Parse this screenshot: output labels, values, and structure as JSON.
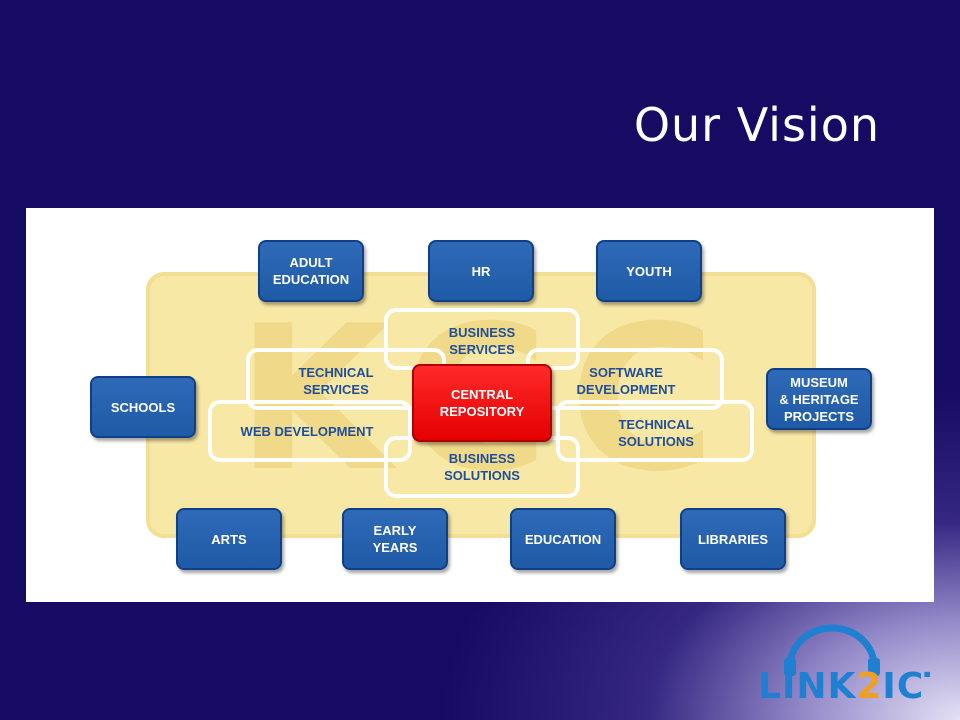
{
  "slide": {
    "title": "Our Vision"
  },
  "diagram": {
    "watermark": "KCC",
    "outer_nodes": {
      "adult_education": "ADULT\nEDUCATION",
      "hr": "HR",
      "youth": "YOUTH",
      "schools": "SCHOOLS",
      "museum": "MUSEUM\n& HERITAGE\nPROJECTS",
      "arts": "ARTS",
      "early_years": "EARLY\nYEARS",
      "education": "EDUCATION",
      "libraries": "LIBRARIES"
    },
    "services": {
      "business_services": "BUSINESS\nSERVICES",
      "technical_services": "TECHNICAL\nSERVICES",
      "software_development": "SOFTWARE\nDEVELOPMENT",
      "web_development": "WEB DEVELOPMENT",
      "technical_solutions": "TECHNICAL\nSOLUTIONS",
      "business_solutions": "BUSINESS\nSOLUTIONS"
    },
    "central": "CENTRAL\nREPOSITORY",
    "colors": {
      "node_blue": "#1f5aa6",
      "central_red": "#e40000",
      "service_text": "#1f4f9a",
      "background_yellow": "#f8e8a6"
    }
  },
  "logo": {
    "text_left": "LINK",
    "text_mid": "2",
    "text_right": "ICT"
  }
}
